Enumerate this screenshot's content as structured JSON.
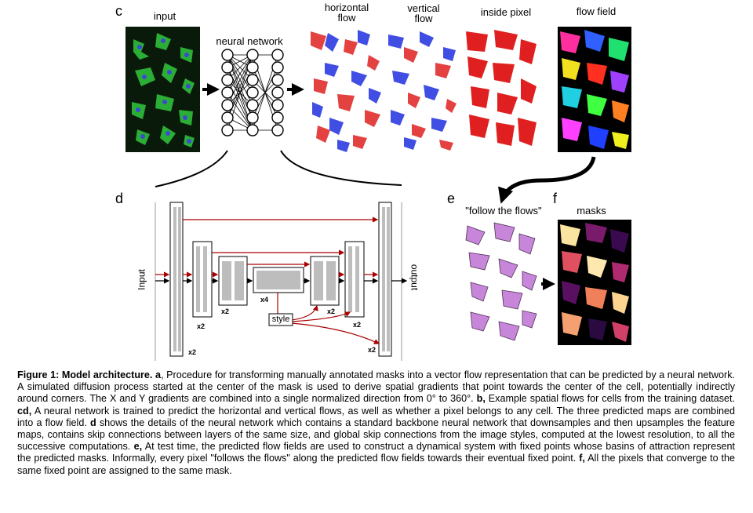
{
  "panel_c": {
    "letter": "c",
    "input_label": "input",
    "nn_label": "neural network",
    "horizontal_label_1": "horizontal",
    "horizontal_label_2": "flow",
    "vertical_label_1": "vertical",
    "vertical_label_2": "flow",
    "inside_label": "inside pixel",
    "flowfield_label": "flow field"
  },
  "panel_d": {
    "letter": "d",
    "input_label": "Input",
    "output_label": "output",
    "x4_label": "x4",
    "style_label": "style",
    "x2_labels": [
      "x2",
      "x2",
      "x2",
      "x2",
      "x2",
      "x2"
    ]
  },
  "panel_e": {
    "letter": "e",
    "label": "\"follow the flows\""
  },
  "panel_f": {
    "letter": "f",
    "label": "masks"
  },
  "caption": {
    "fig": "Figure 1: Model architecture.",
    "a_letter": "a",
    "a_text": ", Procedure for transforming manually annotated masks into a vector flow representation that can be predicted by a neural network. A simulated diffusion process started at the center of the mask is used to derive spatial gradients that point towards the center of the cell, potentially indirectly around corners. The X and Y gradients are combined into a single normalized direction from 0° to 360°.",
    "b_letter": "b,",
    "b_text": " Example spatial flows for cells from the training dataset.",
    "cd_letter": "cd,",
    "cd_text": " A neural network is trained to predict the horizontal and vertical flows, as well as whether a pixel belongs to any cell. The three predicted maps are combined into a flow field.",
    "d_letter": "d",
    "d_text": " shows the details of the neural network which contains a standard backbone neural network that downsamples and then upsamples the feature maps, contains skip connections between layers of the same size, and global skip connections from the image styles, computed at the lowest resolution, to all the successive computations.",
    "e_letter": "e,",
    "e_text": " At test time, the predicted flow fields are used to construct a dynamical system with fixed points whose basins of attraction represent the predicted masks. Informally, every pixel \"follows the flows\" along the predicted flow fields towards their eventual fixed point.",
    "f_letter": "f,",
    "f_text": " All the pixels that converge to the same fixed point are assigned to the same mask."
  },
  "colors": {
    "input_bg": "#0a1a0a",
    "cell_green": "#2fbf3a",
    "nucleus_blue": "#3a4bd0",
    "flow_red": "#e02020",
    "flow_blue": "#2030e0",
    "arrow_red": "#aa0000",
    "block_gray": "#bdbdbd",
    "mask_purple": "#c27ad6"
  }
}
